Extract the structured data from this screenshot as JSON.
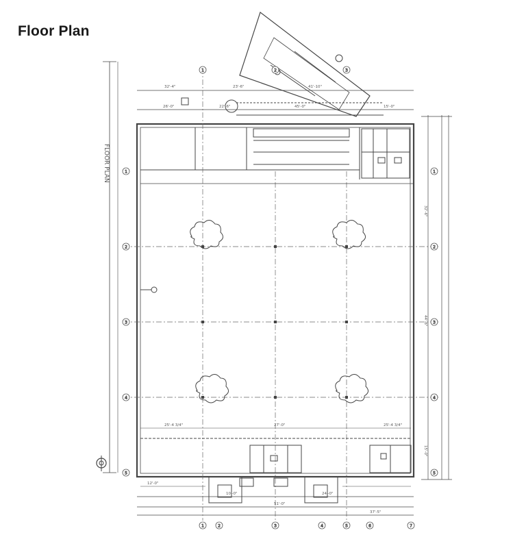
{
  "page": {
    "title": "Floor Plan"
  },
  "plan": {
    "side_label": "FLOOR PLAN",
    "line_color": "#444444",
    "dim_color": "#777777",
    "grid_numbers": [
      "1",
      "2",
      "3",
      "4",
      "5",
      "6",
      "7"
    ],
    "dimensions": {
      "top_left": "32'-4\"",
      "top_mid": "23'-6\"",
      "top_right": "41'-10\"",
      "row_a": "26'-0\"",
      "row_b": "22'-6\"",
      "row_c": "45'-0\"",
      "row_d": "15'-0\"",
      "bottom_a": "12'-0\"",
      "bottom_b": "10'-0\"",
      "bottom_c": "51'-0\"",
      "bottom_d": "24'-0\"",
      "bottom_e": "37'-5\"",
      "side_a": "32'-6\"",
      "side_b": "44'-6\"",
      "side_c": "15'-0\"",
      "lower_a": "25'-4 3/4\"",
      "lower_b": "27'-0\"",
      "lower_c": "25'-4 3/4\""
    }
  }
}
